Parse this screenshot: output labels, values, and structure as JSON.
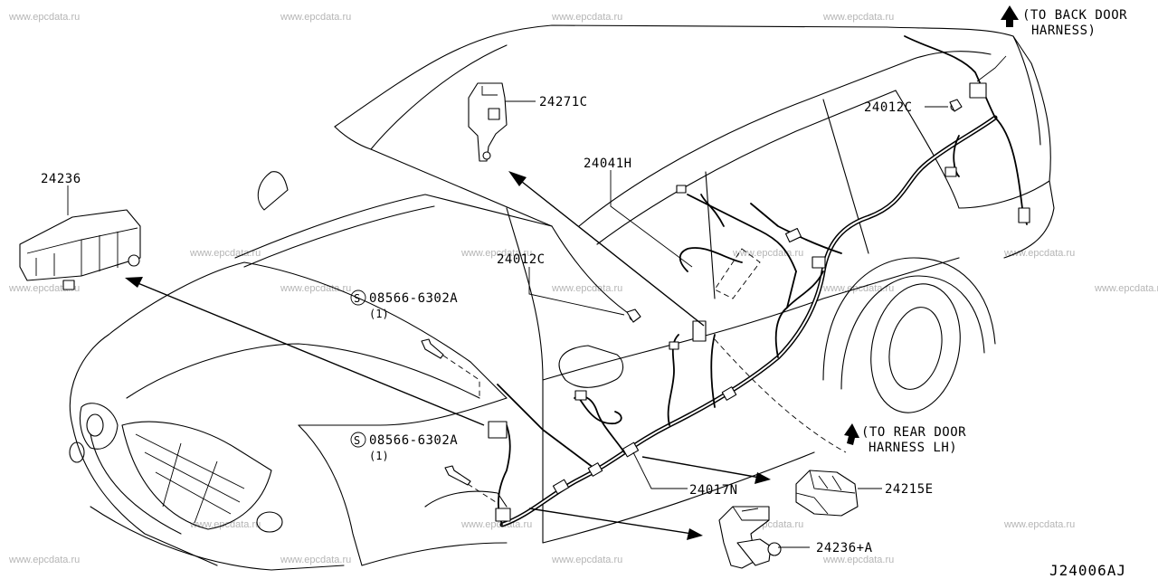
{
  "watermark": "www.epcdata.ru",
  "diagram_code": "J24006AJ",
  "parts": {
    "p24236": "24236",
    "p24271C": "24271C",
    "p24041H": "24041H",
    "p24012C_top": "24012C",
    "p24012C_mid": "24012C",
    "p24017N": "24017N",
    "p24215E": "24215E",
    "p24236A": "24236+A"
  },
  "bolts": {
    "upper": {
      "number": "08566-6302A",
      "qty": "(1)"
    },
    "lower": {
      "number": "08566-6302A",
      "qty": "(1)"
    }
  },
  "notes": {
    "back_door_line1": "(TO BACK DOOR",
    "back_door_line2": "HARNESS)",
    "rear_door_line1": "(TO REAR DOOR",
    "rear_door_line2": "HARNESS LH)"
  }
}
